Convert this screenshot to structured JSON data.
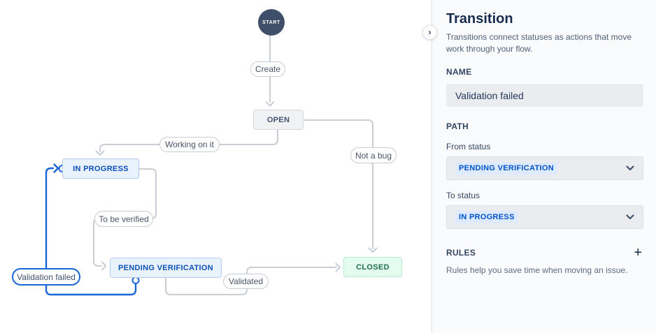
{
  "panel": {
    "title": "Transition",
    "description": "Transitions connect statuses as actions that move work through your flow.",
    "collapse_icon": "›",
    "name_section": {
      "label": "NAME",
      "value": "Validation failed"
    },
    "path_section": {
      "label": "PATH",
      "from": {
        "label": "From status",
        "value": "PENDING VERIFICATION"
      },
      "to": {
        "label": "To status",
        "value": "IN PROGRESS"
      }
    },
    "rules_section": {
      "label": "RULES",
      "add_label": "+",
      "description": "Rules help you save time when moving an issue."
    }
  },
  "diagram": {
    "start_label": "START",
    "statuses": {
      "open": "OPEN",
      "in_progress": "IN PROGRESS",
      "pending_verification": "PENDING VERIFICATION",
      "closed": "CLOSED"
    },
    "transitions": {
      "create": "Create",
      "working_on_it": "Working on it",
      "to_be_verified": "To be verified",
      "validated": "Validated",
      "not_a_bug": "Not a bug",
      "validation_failed": "Validation failed"
    },
    "colors": {
      "edge": "#C2C8D1",
      "selected_edge": "#1A66D6",
      "start_bg": "#404F69",
      "status_blue_bg": "#E9F2FF",
      "status_blue_text": "#0B50B4",
      "status_gray_bg": "#F1F2F4",
      "status_green_bg": "#E4FBEF",
      "status_green_text": "#1F6F54",
      "lozenge_bg": "#DEEBFF",
      "lozenge_text": "#0052CC"
    }
  }
}
